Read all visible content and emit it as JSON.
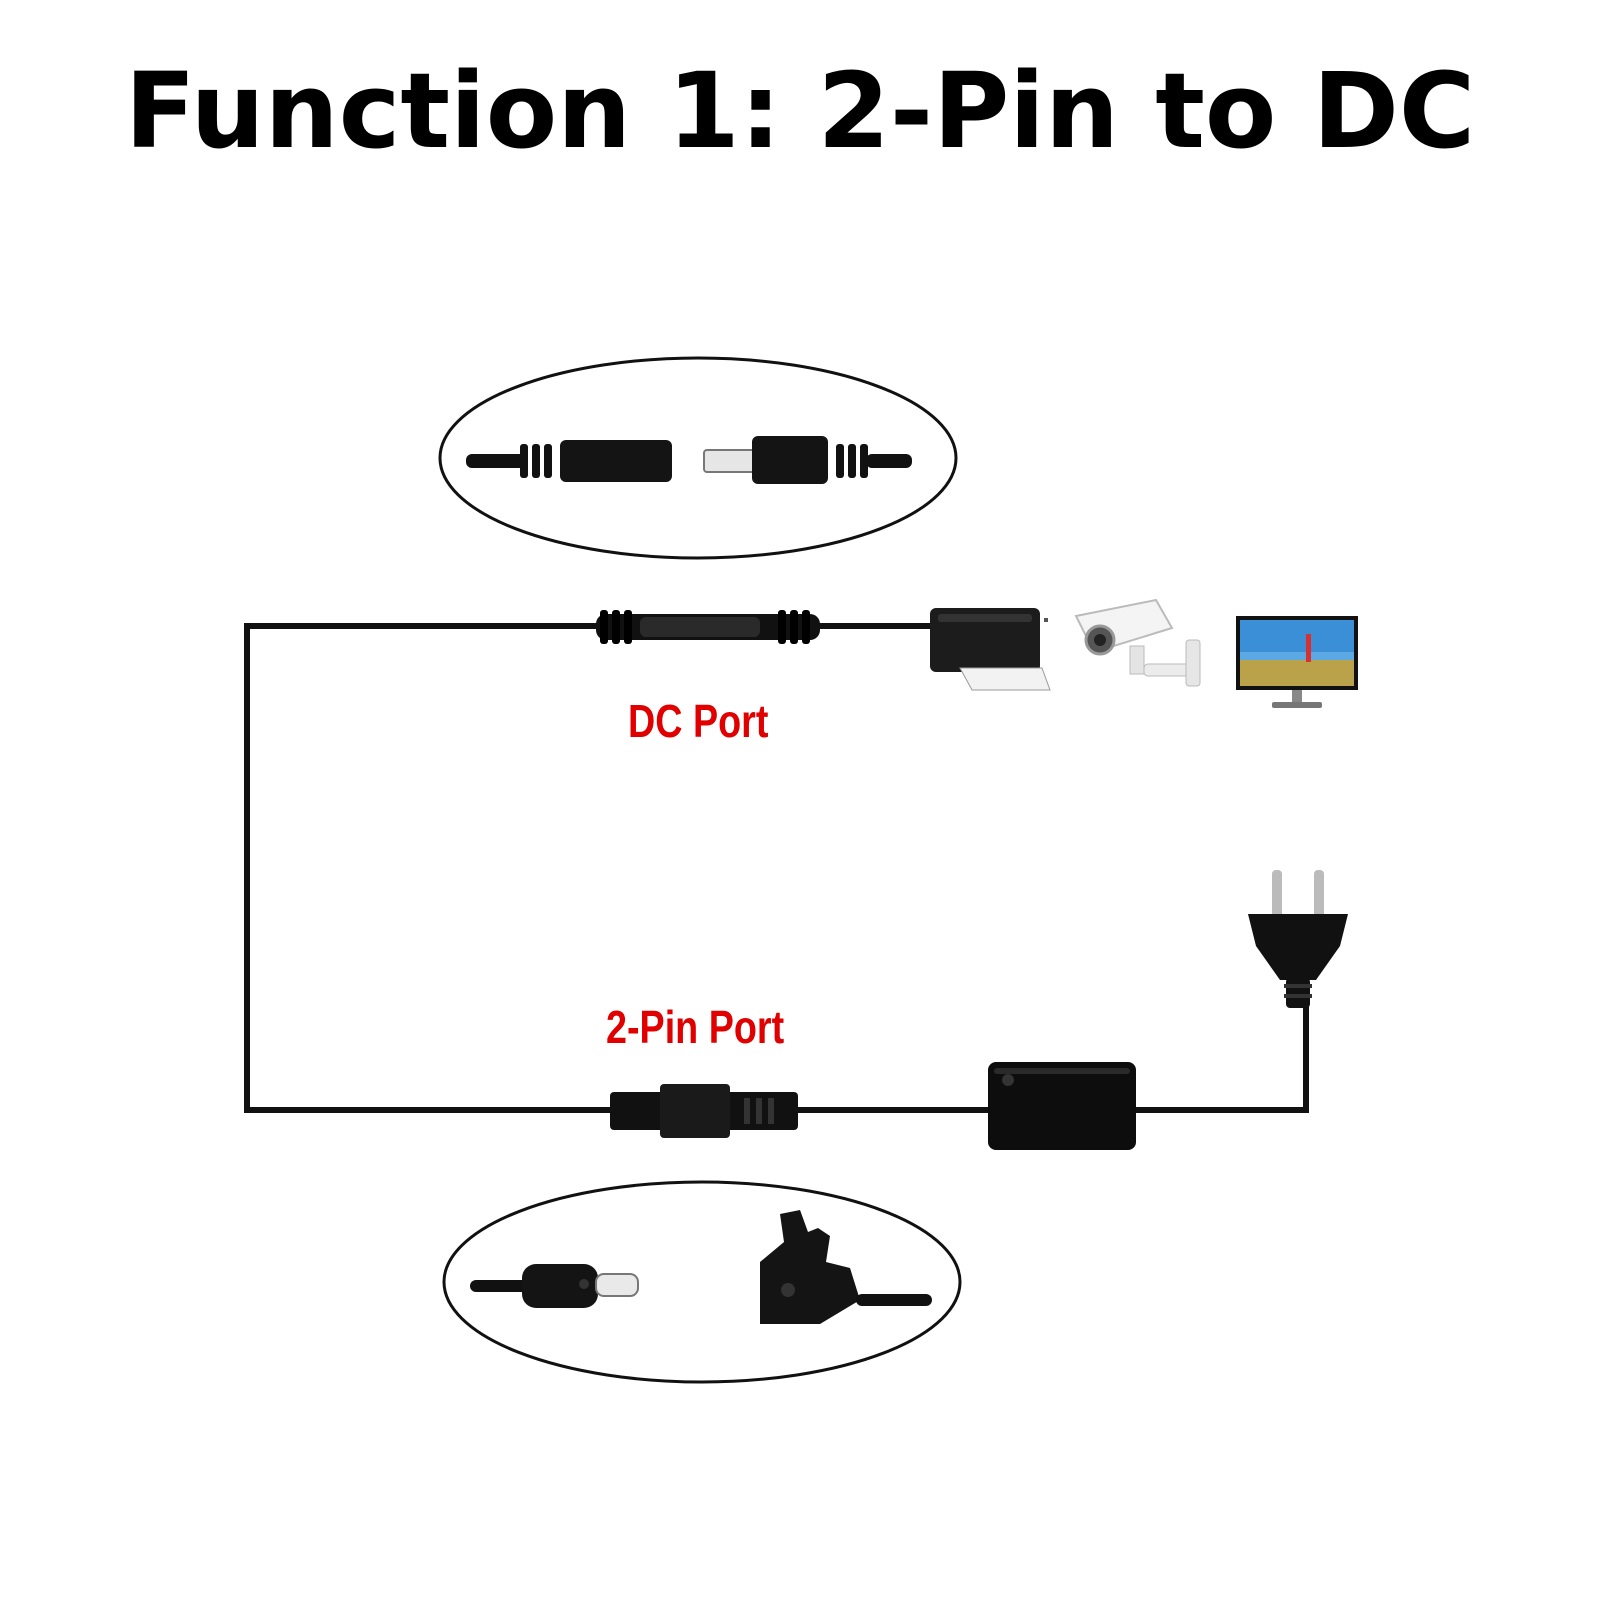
{
  "title": "Function 1: 2-Pin to DC",
  "labels": {
    "dc_port": "DC Port",
    "two_pin_port": "2-Pin Port"
  },
  "colors": {
    "cable": "#111111",
    "label": "#e00000",
    "background": "#ffffff"
  },
  "icons": [
    "printer-icon",
    "security-camera-icon",
    "monitor-icon",
    "eu-plug-icon",
    "power-adapter-icon"
  ]
}
